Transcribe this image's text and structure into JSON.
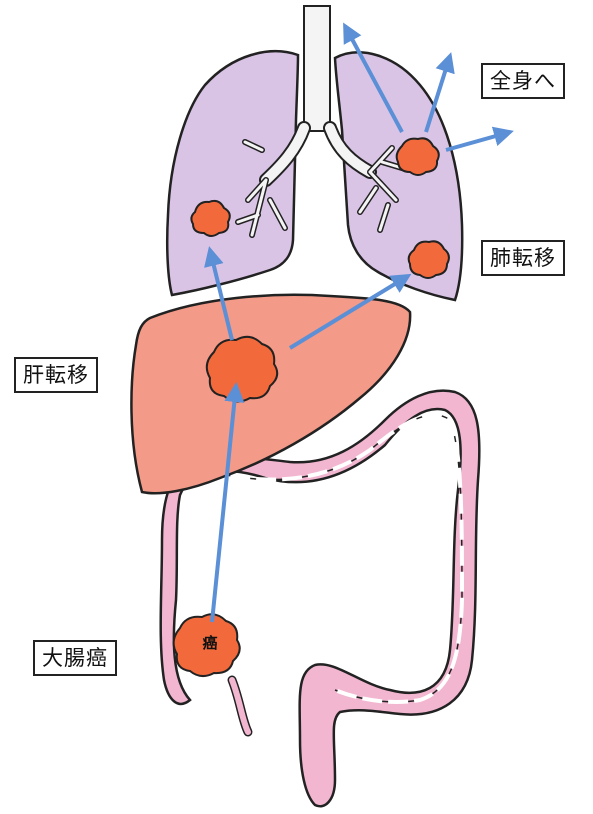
{
  "labels": {
    "whole_body": "全身へ",
    "lung_metastasis": "肺転移",
    "liver_metastasis": "肝転移",
    "colon_cancer": "大腸癌",
    "tumor_mark": "癌"
  },
  "colors": {
    "lung": "#d9c4e6",
    "liver": "#f39a88",
    "colon": "#f2b6d0",
    "tumor": "#f26a3c",
    "arrow": "#5b8fd6",
    "trachea": "#f4f4f4"
  }
}
